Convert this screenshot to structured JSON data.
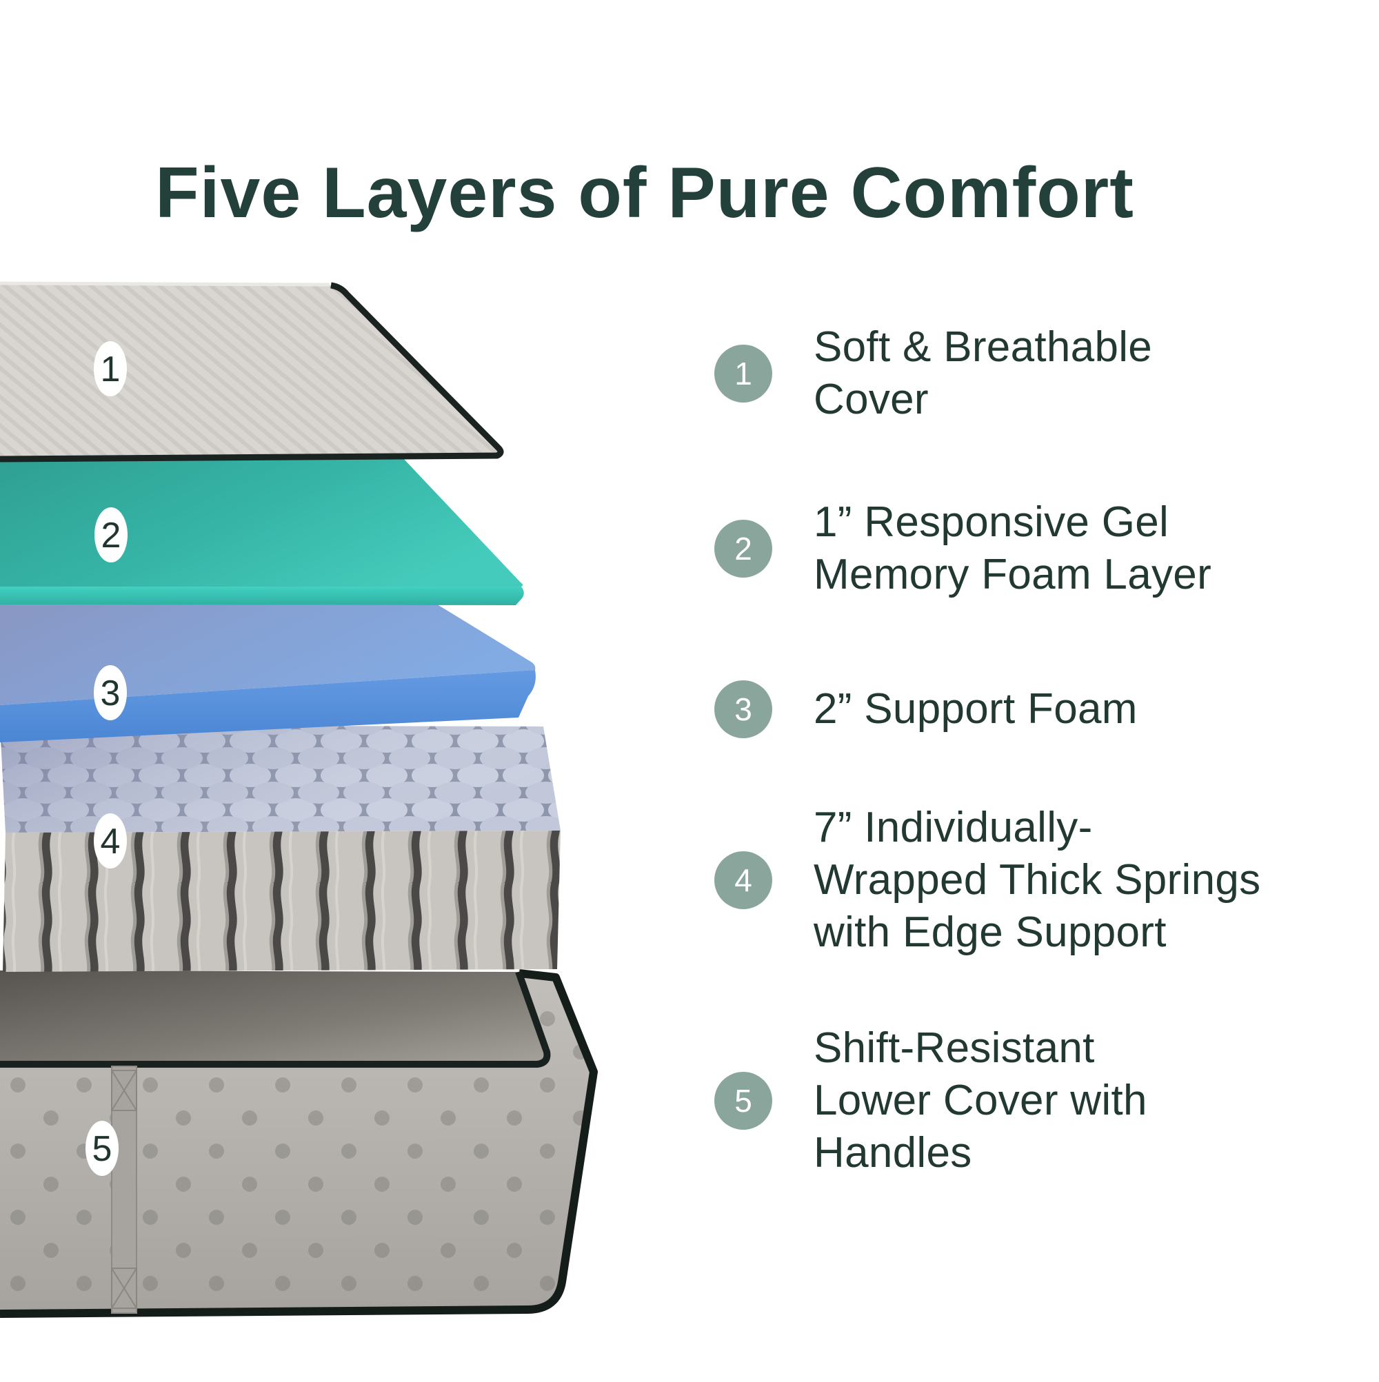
{
  "title": "Five Layers of Pure Comfort",
  "colors": {
    "heading_text": "#24403a",
    "body_text": "#223832",
    "list_badge_bg": "#8aa59c",
    "list_badge_number": "#ffffff",
    "diagram_badge_bg": "#ffffff",
    "diagram_badge_number": "#20352f",
    "cover_fabric": "#d9d6d2",
    "edge_binding": "#1a231f",
    "gel_layer_teal": "#3bc0b2",
    "support_foam_blue": "#7fa9e3",
    "springs_gray": "#c8c5c1",
    "base_deck_gray": "#6e6b66",
    "base_skirt_gray": "#b5b2ae"
  },
  "list": {
    "items": [
      {
        "number": "1",
        "text": "Soft & Breathable\nCover"
      },
      {
        "number": "2",
        "text": "1” Responsive Gel\nMemory Foam Layer"
      },
      {
        "number": "3",
        "text": "2” Support Foam"
      },
      {
        "number": "4",
        "text": "7” Individually-\nWrapped Thick Springs\nwith Edge Support"
      },
      {
        "number": "5",
        "text": "Shift-Resistant\nLower Cover with\nHandles"
      }
    ]
  },
  "diagram": {
    "badges": [
      {
        "number": "1",
        "layer": "soft-breathable-cover"
      },
      {
        "number": "2",
        "layer": "gel-memory-foam-layer"
      },
      {
        "number": "3",
        "layer": "support-foam-layer"
      },
      {
        "number": "4",
        "layer": "wrapped-springs-layer"
      },
      {
        "number": "5",
        "layer": "lower-cover-base"
      }
    ]
  }
}
